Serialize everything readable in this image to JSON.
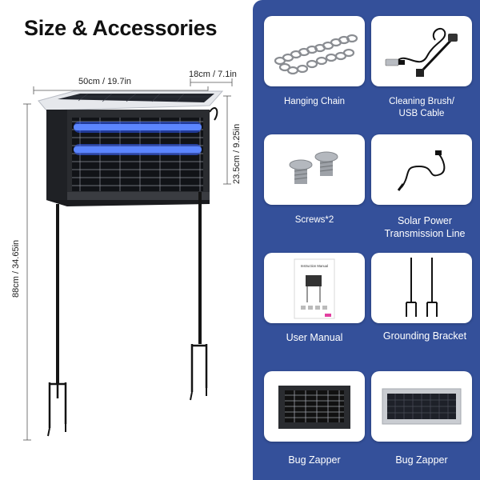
{
  "title": "Size & Accessories",
  "dimensions": {
    "width": "50cm / 19.7in",
    "depth": "18cm / 7.1in",
    "height_box": "23.5cm / 9.25in",
    "height_total": "88cm / 34.65in"
  },
  "manual_mini_title": "Instruction Manual",
  "accessories": [
    {
      "label": "Hanging Chain",
      "icon": "chain-icon"
    },
    {
      "label": "Cleaning Brush/\nUSB Cable",
      "icon": "usb-cable-icon"
    },
    {
      "label": "Screws*2",
      "icon": "screws-icon"
    },
    {
      "label": "Solar Power\nTransmission Line",
      "icon": "cable-icon"
    },
    {
      "label": "User Manual",
      "icon": "manual-icon"
    },
    {
      "label": "Grounding Bracket",
      "icon": "ground-stake-icon"
    },
    {
      "label": "Bug Zapper",
      "icon": "zapper-icon"
    },
    {
      "label": "Bug Zapper",
      "icon": "solar-panel-icon"
    }
  ],
  "colors": {
    "panel_bg": "#34509a",
    "uv_blue": "#2f5bff",
    "frame_dark": "#2a2c30"
  }
}
